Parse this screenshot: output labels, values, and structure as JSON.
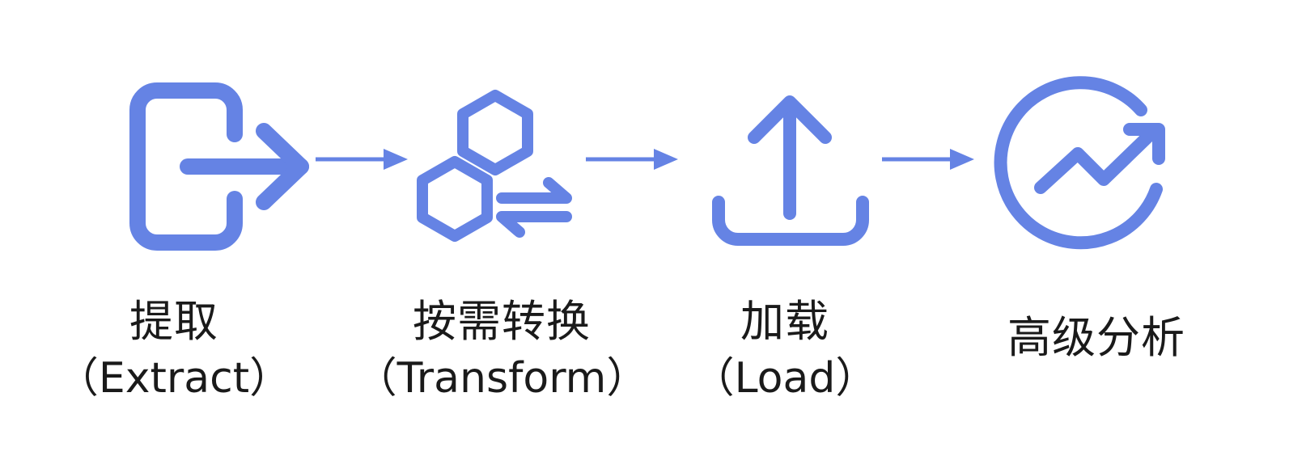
{
  "colors": {
    "accent": "#6583e4",
    "text": "#1a1a1a"
  },
  "steps": [
    {
      "icon": "exit-arrow-icon",
      "label_zh": "提取",
      "label_en": "（Extract）"
    },
    {
      "icon": "hexagon-swap-icon",
      "label_zh": "按需转换",
      "label_en": "（Transform）"
    },
    {
      "icon": "upload-icon",
      "label_zh": "加载",
      "label_en": "（Load）"
    },
    {
      "icon": "trend-up-circle-icon",
      "label_zh": "高级分析",
      "label_en": ""
    }
  ]
}
